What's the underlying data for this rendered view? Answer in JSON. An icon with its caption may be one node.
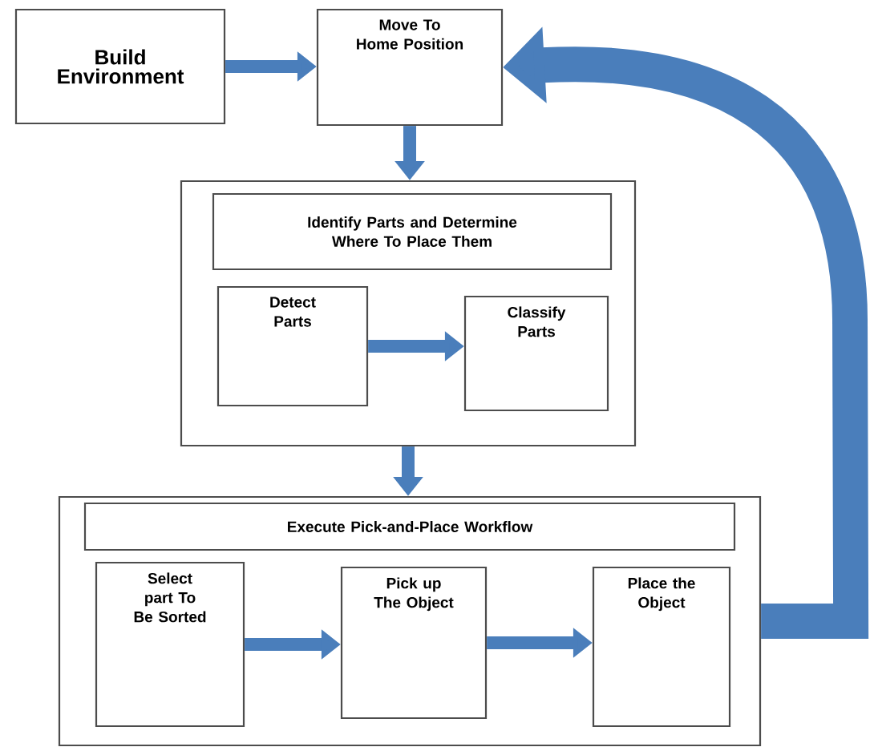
{
  "diagram": {
    "nodes": [
      {
        "text": [
          "Build Environment"
        ]
      },
      {
        "text": [
          "Move To Home Position"
        ]
      },
      {
        "text": [],
        "shape": "box"
      },
      {
        "text": [
          "Identify Parts and Determine Where To Place Them"
        ],
        "in": 2
      },
      {
        "text": [
          "Detect Parts"
        ],
        "in": 2
      },
      {
        "text": [
          "Classify Parts"
        ],
        "in": 2
      },
      {
        "text": [],
        "shape": "box"
      },
      {
        "text": [
          "Execute Pick-and-Place Workflow"
        ],
        "in": 6
      },
      {
        "text": [
          "Select part To Be Sorted"
        ],
        "in": 6
      },
      {
        "text": [
          "Pick up The Object"
        ],
        "in": 6
      },
      {
        "text": [
          "Place the Object"
        ],
        "in": 6
      }
    ],
    "edges": [
      {
        "from": 0,
        "to": 1,
        "arrow": "to"
      },
      {
        "from": 1,
        "to": 2,
        "arrow": "to"
      },
      {
        "from": 4,
        "to": 5,
        "arrow": "to"
      },
      {
        "from": 2,
        "to": 6,
        "arrow": "to"
      },
      {
        "from": 8,
        "to": 9,
        "arrow": "to"
      },
      {
        "from": 9,
        "to": 10,
        "arrow": "to"
      },
      {
        "from": 6,
        "to": 1,
        "arrow": "to",
        "style": "thick"
      }
    ]
  }
}
